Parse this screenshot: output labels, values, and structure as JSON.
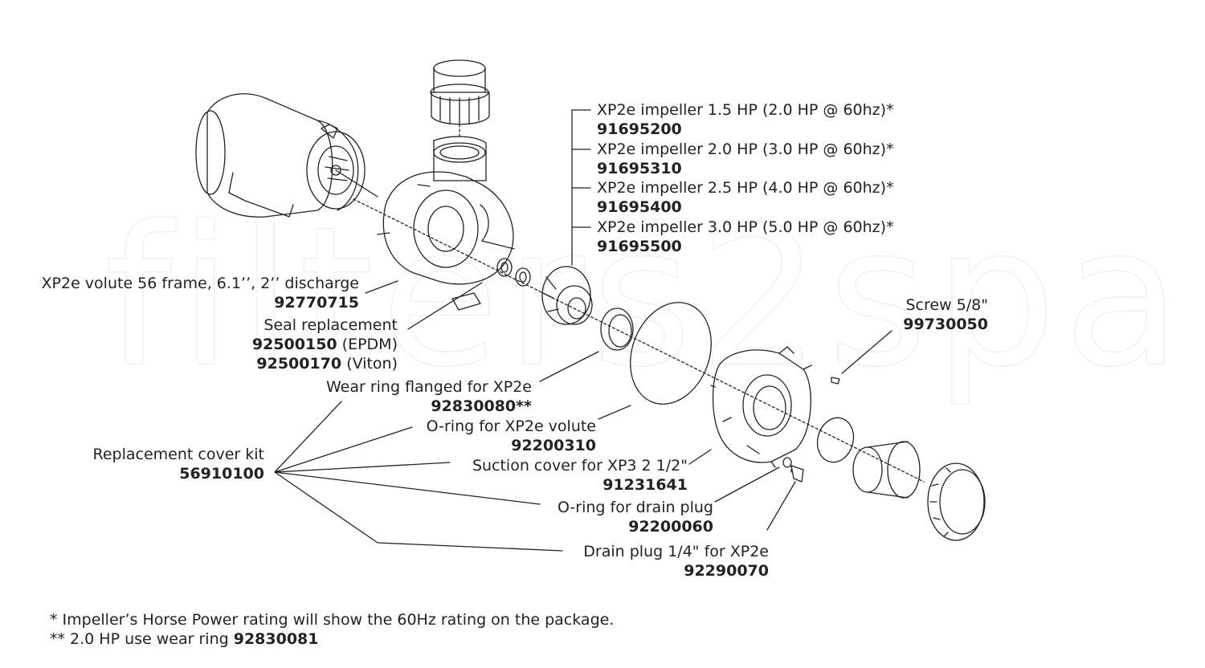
{
  "watermark": "filters2spa",
  "impellers": [
    {
      "name": "XP2e impeller 1.5 HP (2.0 HP @ 60hz)*",
      "part": "91695200"
    },
    {
      "name": "XP2e impeller 2.0 HP (3.0 HP @ 60hz)*",
      "part": "91695310"
    },
    {
      "name": "XP2e impeller 2.5 HP (4.0 HP @ 60hz)*",
      "part": "91695400"
    },
    {
      "name": "XP2e impeller 3.0 HP (5.0 HP @ 60hz)*",
      "part": "91695500"
    }
  ],
  "volute": {
    "name": "XP2e volute 56 frame, 6.1’’, 2’’ discharge",
    "part": "92770715"
  },
  "seal": {
    "name": "Seal replacement",
    "part1": "92500150",
    "mat1": " (EPDM)",
    "part2": "92500170",
    "mat2": " (Viton)"
  },
  "screw": {
    "name": "Screw 5/8\"",
    "part": "99730050"
  },
  "wear_ring": {
    "name": "Wear ring flanged for XP2e",
    "part": "92830080**"
  },
  "oring_volute": {
    "name": "O-ring for XP2e volute",
    "part": "92200310"
  },
  "cover_kit": {
    "name": "Replacement cover kit",
    "part": "56910100"
  },
  "suction_cover": {
    "name": "Suction cover for XP3 2 1/2\"",
    "part": "91231641"
  },
  "oring_drain": {
    "name": "O-ring for drain plug",
    "part": "92200060"
  },
  "drain_plug": {
    "name": "Drain plug 1/4\" for XP2e",
    "part": "92290070"
  },
  "footnotes": {
    "note1": "* Impeller’s Horse Power rating will show the 60Hz rating on the package.",
    "note2_prefix": "** 2.0 HP use wear ring ",
    "note2_part": "92830081"
  },
  "colors": {
    "line": "#222222",
    "watermark": "#ededed"
  }
}
